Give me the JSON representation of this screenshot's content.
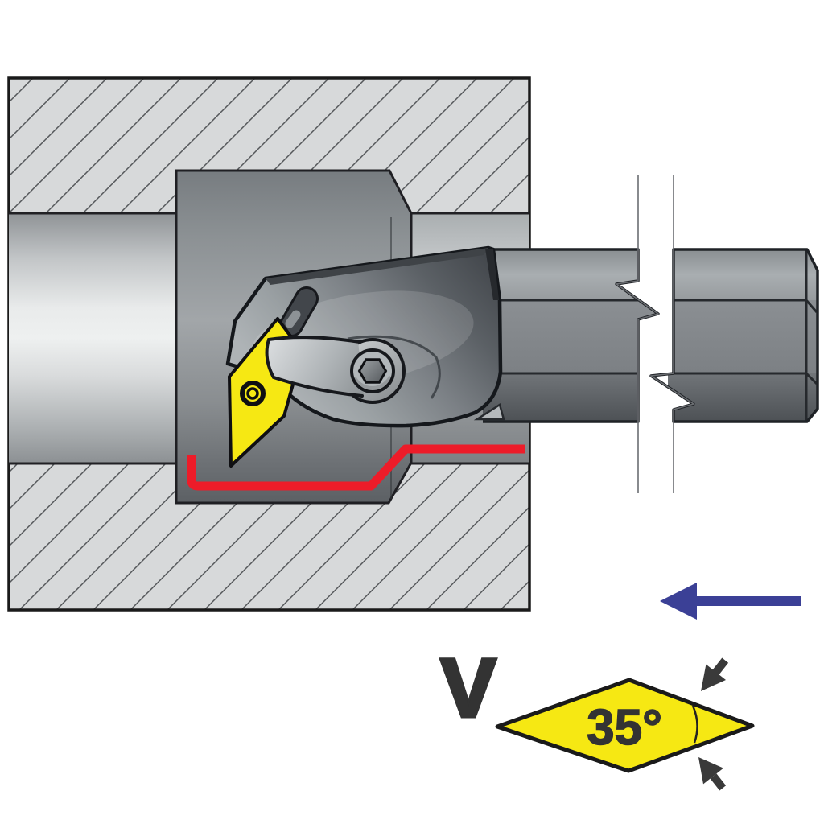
{
  "figure": {
    "insert_code_label": "V",
    "nose_angle_label": "35°"
  },
  "colors": {
    "insert_yellow": "#f6e813",
    "toolpath_red": "#ed1c29",
    "feed_arrow_blue": "#3b4096",
    "label_dark": "#333333",
    "outline_dark": "#1a1a1a",
    "workpiece_gray": "#d7d9da",
    "pointer_arrow_dark": "#3a3a3a"
  },
  "icons": {
    "feed_direction_arrow": "left-arrow",
    "nose_angle_pointer_upper": "cursor-arrow-down-left",
    "nose_angle_pointer_lower": "cursor-arrow-up-left",
    "break_symbol": "shaft-break-lines"
  }
}
